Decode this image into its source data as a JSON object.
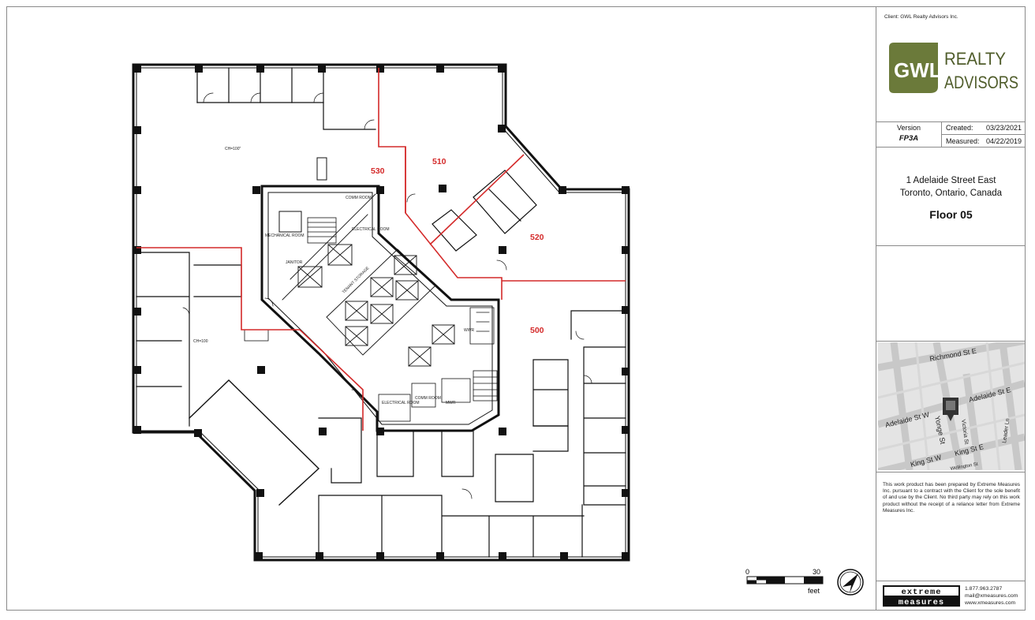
{
  "titleblock": {
    "client": "Client:  GWL Realty Advisors Inc.",
    "logo_mark": "GWL",
    "logo_word1": "REALTY",
    "logo_word2": "ADVISORS",
    "version_label": "Version",
    "version_value": "FP3A",
    "created_label": "Created:",
    "created_value": "03/23/2021",
    "measured_label": "Measured:",
    "measured_value": "04/22/2019",
    "address_line1": "1 Adelaide Street East",
    "address_line2": "Toronto, Ontario, Canada",
    "floor": "Floor 05",
    "disclaimer": "This work product has been prepared by Extreme Measures Inc. pursuant to a contract with the Client for the sole benefit of and use by the Client. No third party may rely on this work product without the receipt of a reliance letter from Extreme Measures Inc.",
    "company_word1": "extreme",
    "company_word2": "measures",
    "phone": "1.877.963.2787",
    "email": "mail@xmeasures.com",
    "website": "www.xmeasures.com"
  },
  "map": {
    "streets": [
      "Richmond St E",
      "Adelaide St E",
      "Adelaide St W",
      "Yonge St",
      "Victoria St",
      "King St W",
      "King St E",
      "Leader Ln",
      "Wellington St"
    ],
    "marker_icon": "location-pin-icon"
  },
  "scale": {
    "start": "0",
    "end": "30",
    "unit": "feet",
    "north_icon": "north-arrow-icon"
  },
  "suites": [
    {
      "label": "530"
    },
    {
      "label": "510"
    },
    {
      "label": "520"
    },
    {
      "label": "500"
    }
  ],
  "rooms": {
    "comm_room_top": "COMM ROOM",
    "electrical_room_top": "ELECTRICAL ROOM",
    "mechanical_room": "MECHANICAL ROOM",
    "janitor": "JANITOR",
    "tenant_storage": "TENANT STORAGE",
    "wwr": "WWR",
    "electrical_room_bottom": "ELECTRICAL ROOM",
    "comm_room_bottom": "COMM ROOM",
    "mwr": "MWR",
    "ch_top": "CH=100\"",
    "ch_left": "CH=100"
  },
  "colors": {
    "suite_line": "#d42a2a",
    "suite_label": "#d42a2a",
    "wall": "#111111",
    "logo_olive": "#6b7a3a",
    "logo_olive_dark": "#4f5c2a"
  }
}
